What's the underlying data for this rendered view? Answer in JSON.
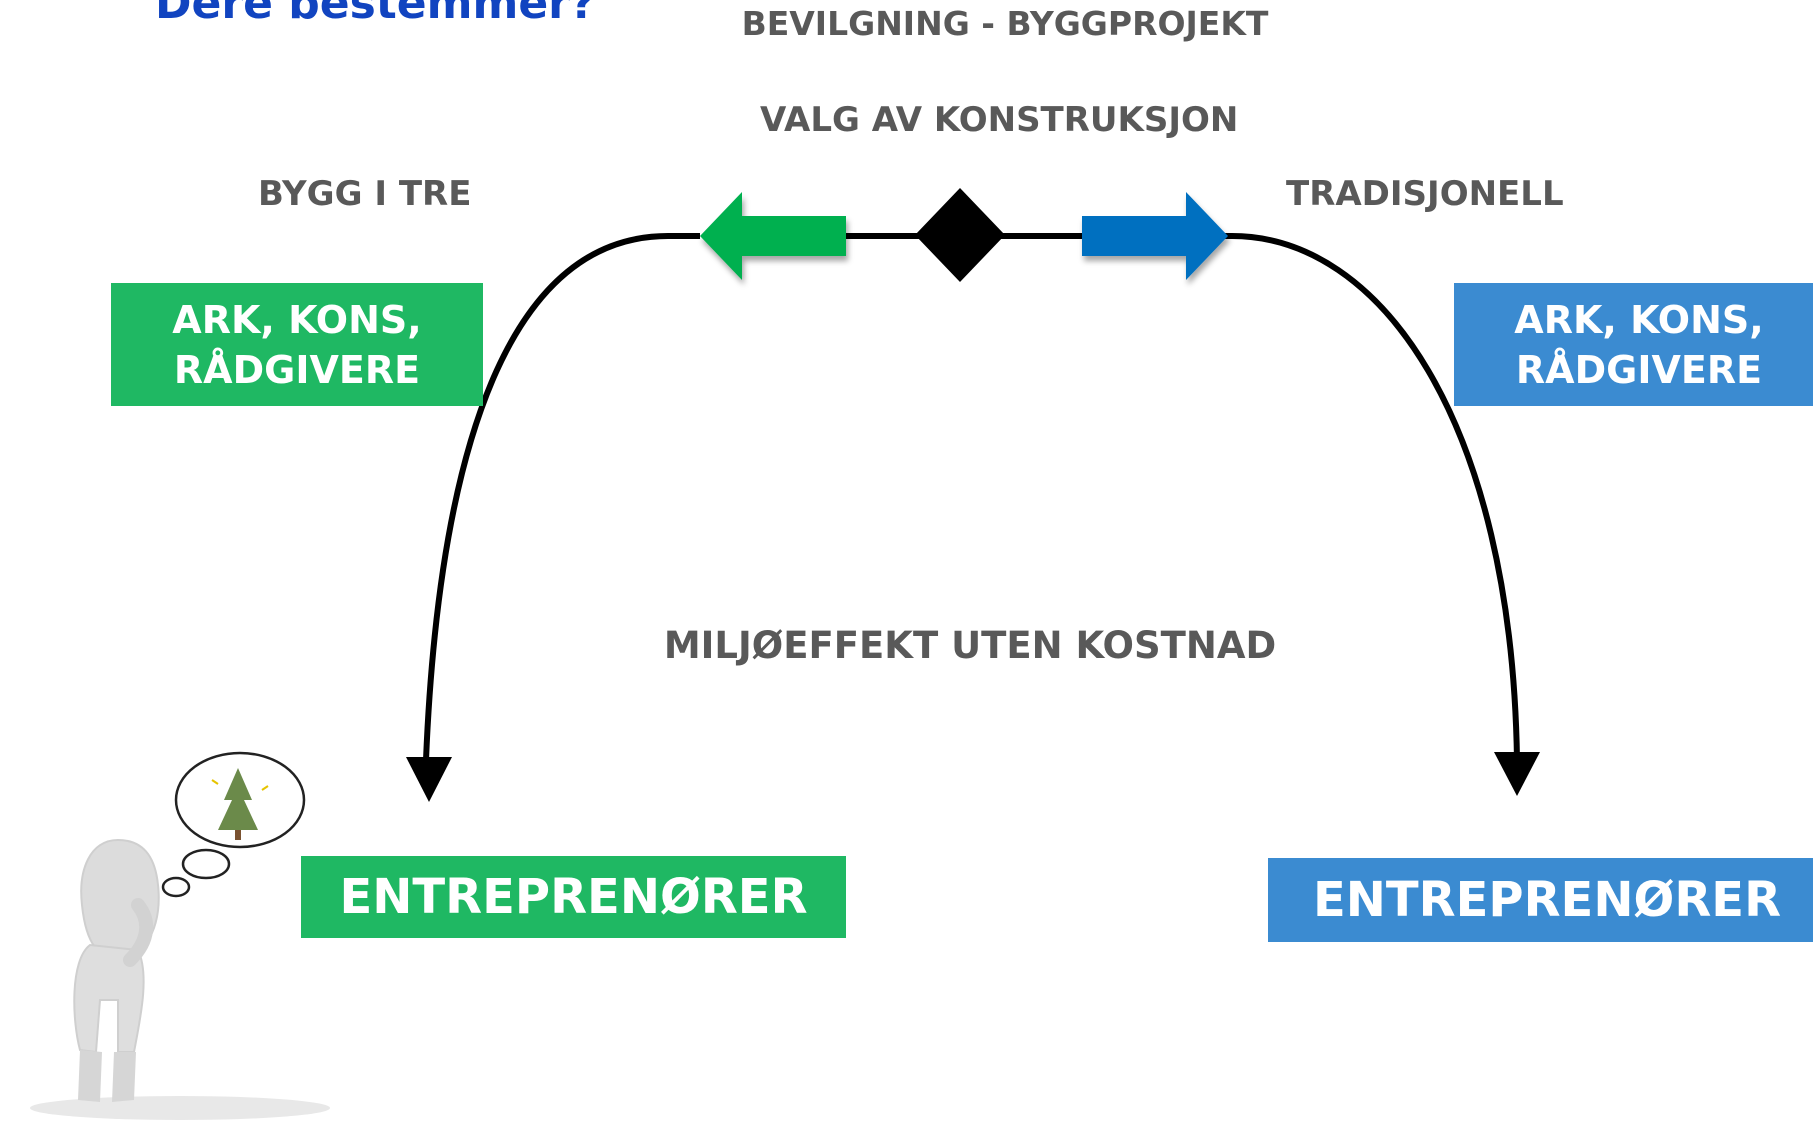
{
  "heading": "Dere bestemmer?",
  "top_label": "BEVILGNING - BYGGPROJEKT",
  "center_label": "VALG AV KONSTRUKSJON",
  "left_option": "BYGG I TRE",
  "right_option": "TRADISJONELL",
  "left_box": "ARK, KONS, RÅDGIVERE",
  "right_box": "ARK, KONS, RÅDGIVERE",
  "middle_text": "MILJØEFFEKT UTEN KOSTNAD",
  "left_bottom_box": "ENTREPRENØRER",
  "right_bottom_box": "ENTREPRENØRER",
  "colors": {
    "green": "#1fb863",
    "arrow_green": "#00b050",
    "blue": "#3b8bd1",
    "arrow_blue": "#0070c0",
    "heading": "#1144c0",
    "text_gray": "#595959"
  },
  "icons": [
    "thinking-person-icon",
    "thought-bubble-icon",
    "tree-icon"
  ]
}
